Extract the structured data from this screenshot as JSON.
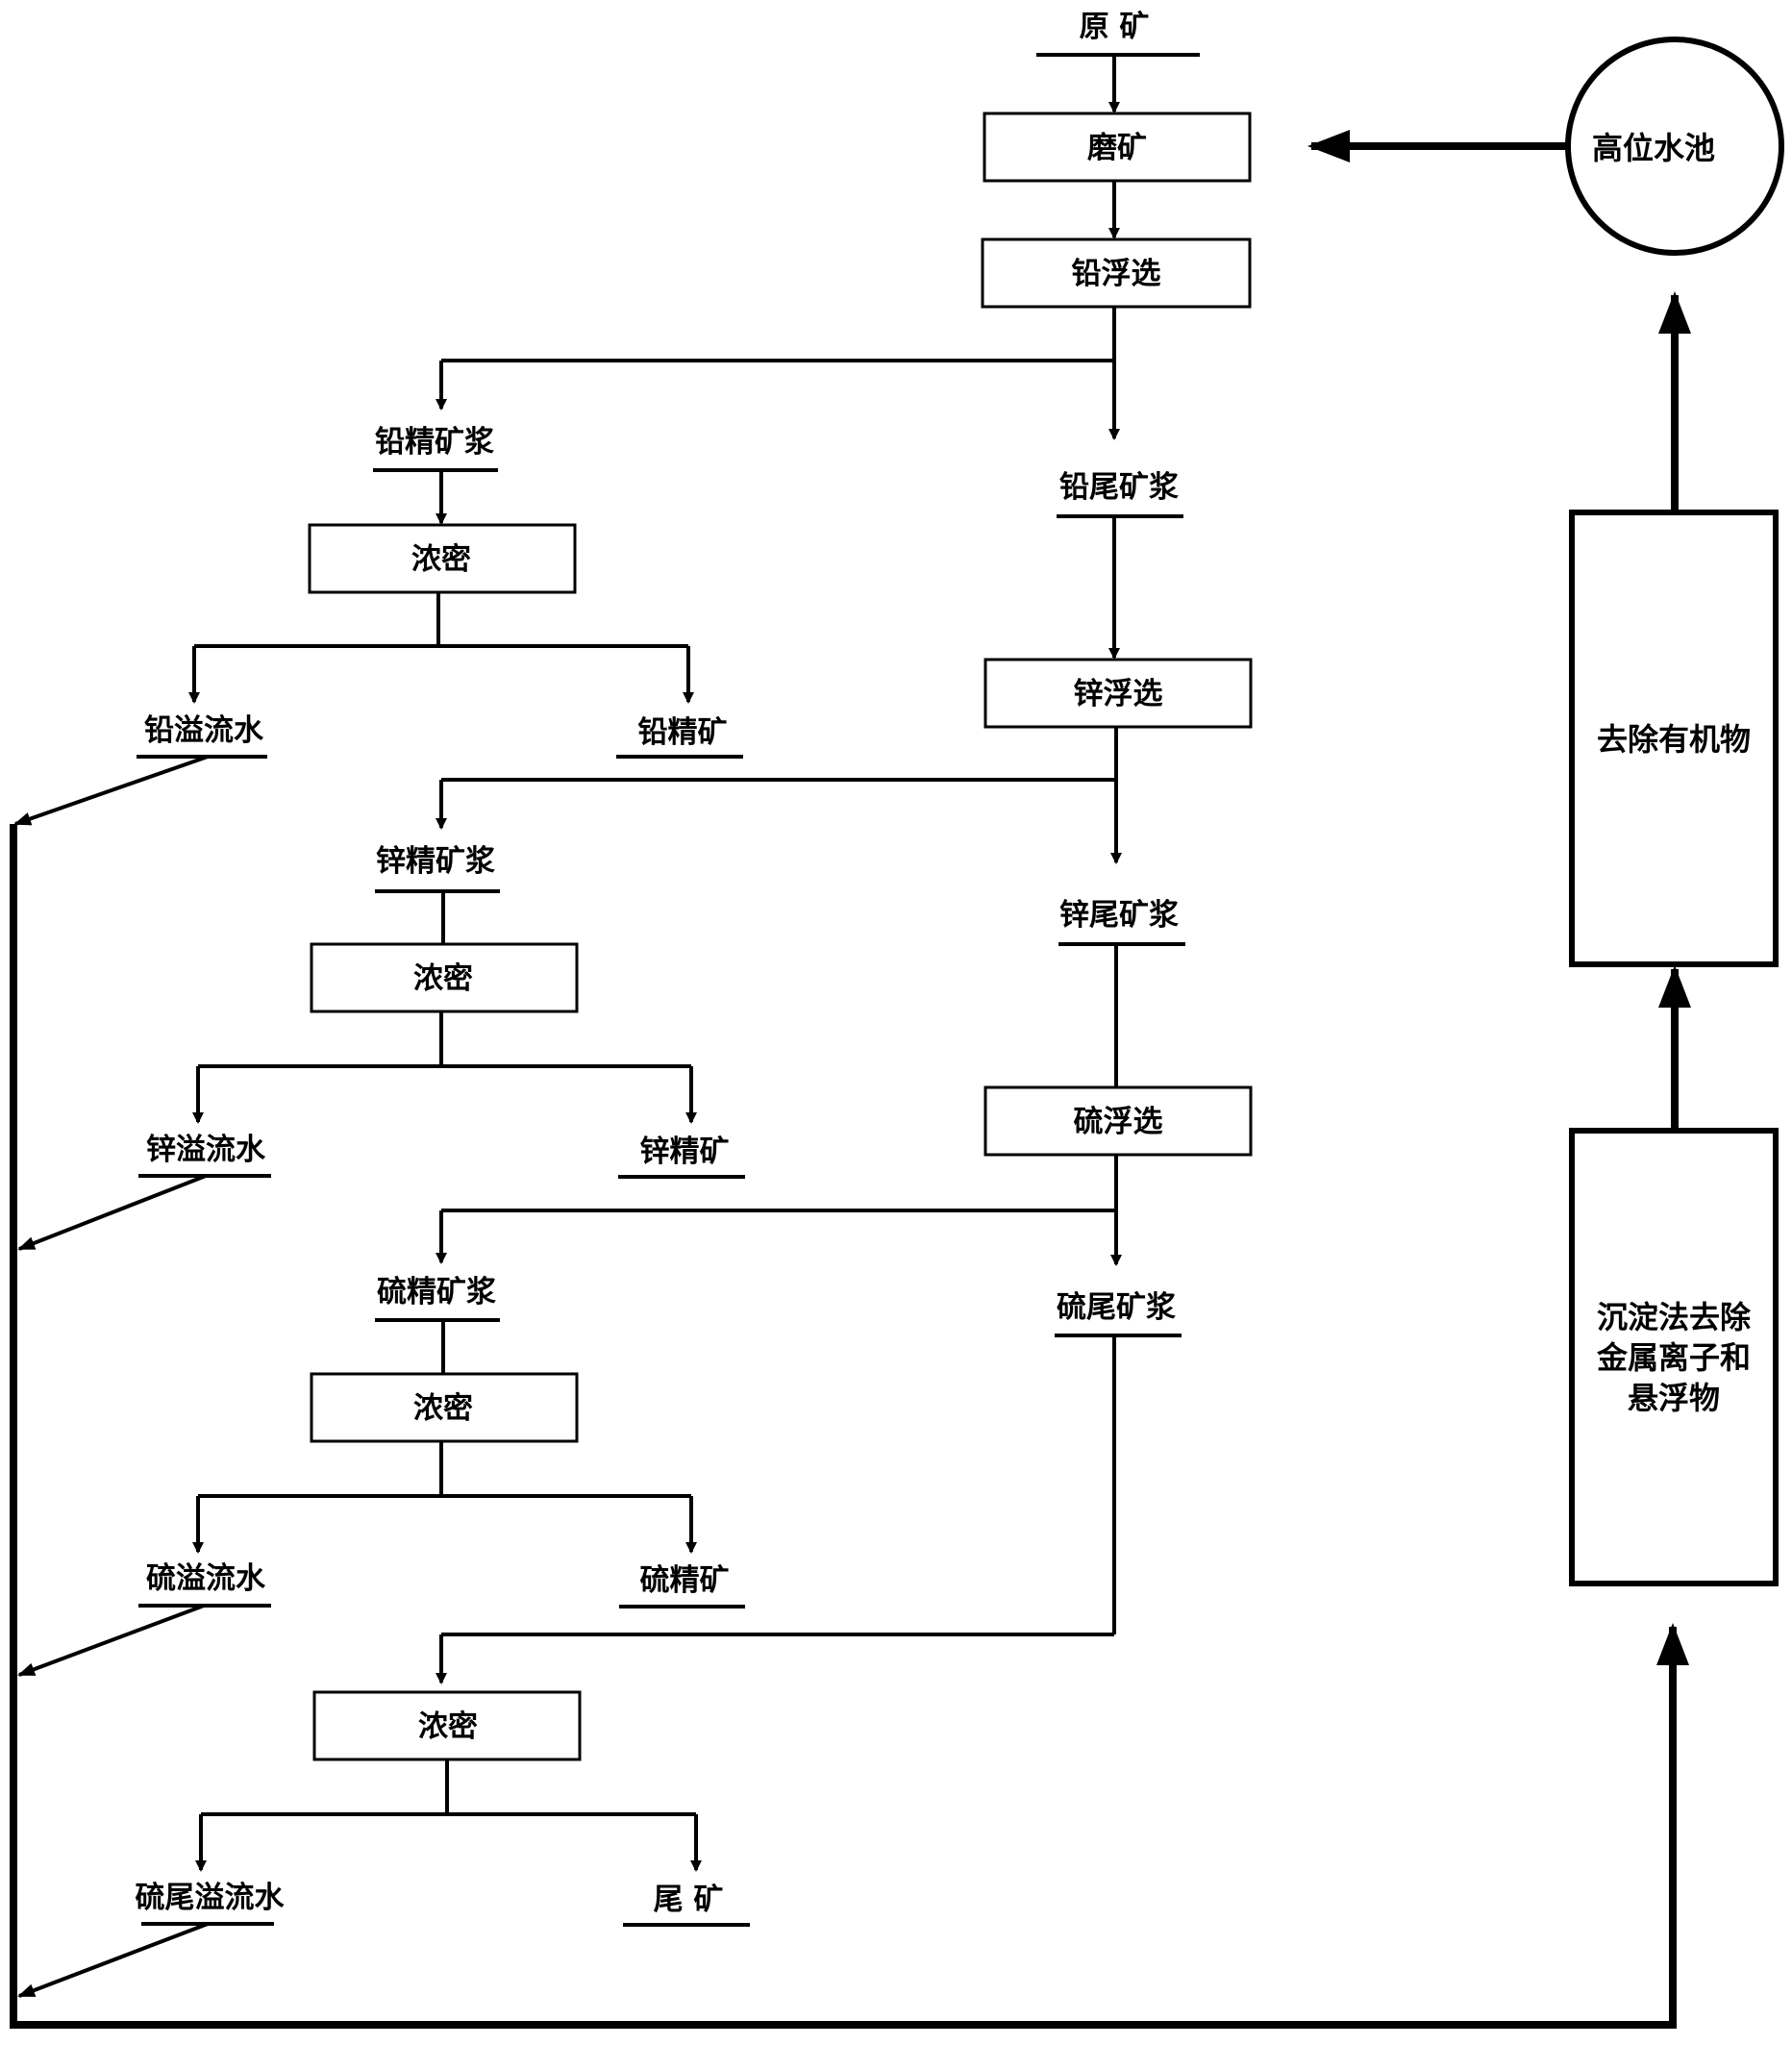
{
  "nodes": {
    "raw_ore": "原 矿",
    "grinding": "磨矿",
    "pb_flotation": "铅浮选",
    "pb_conc_slurry": "铅精矿浆",
    "pb_tail_slurry": "铅尾矿浆",
    "pb_thickening": "浓密",
    "pb_overflow": "铅溢流水",
    "pb_concentrate": "铅精矿",
    "zn_flotation": "锌浮选",
    "zn_conc_slurry": "锌精矿浆",
    "zn_tail_slurry": "锌尾矿浆",
    "zn_thickening": "浓密",
    "zn_overflow": "锌溢流水",
    "zn_concentrate": "锌精矿",
    "s_flotation": "硫浮选",
    "s_conc_slurry": "硫精矿浆",
    "s_tail_slurry": "硫尾矿浆",
    "s_thickening": "浓密",
    "s_overflow": "硫溢流水",
    "s_concentrate": "硫精矿",
    "tail_thickening": "浓密",
    "s_tail_overflow": "硫尾溢流水",
    "tailings": "尾 矿",
    "high_pool": "高位水池",
    "remove_organics": "去除有机物",
    "precip_line1": "沉淀法去除",
    "precip_line2": "金属离子和",
    "precip_line3": "悬浮物"
  }
}
